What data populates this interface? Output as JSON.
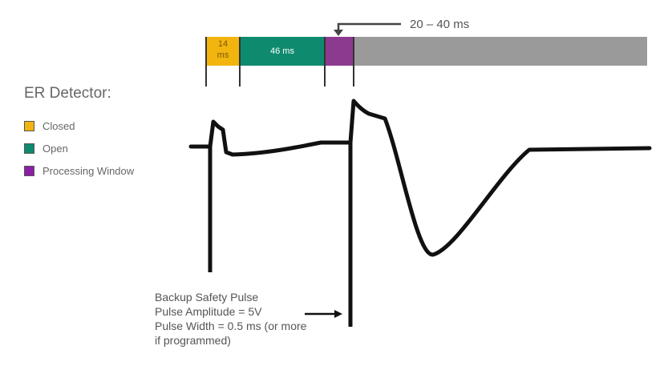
{
  "title": "ER Detector:",
  "legend": [
    {
      "label": "Closed",
      "color": "#f2b50f"
    },
    {
      "label": "Open",
      "color": "#0e8a6e"
    },
    {
      "label": "Processing Window",
      "color": "#8b3a8f"
    }
  ],
  "timeline": {
    "closed_label_line1": "14",
    "closed_label_line2": "ms",
    "open_label": "46 ms",
    "processing_range_label": "20 – 40 ms",
    "remaining_color": "#9a9a9a"
  },
  "note": {
    "line1": "Backup Safety Pulse",
    "line2": "Pulse Amplitude = 5V",
    "line3": "Pulse Width = 0.5 ms (or more",
    "line4": "if programmed)"
  }
}
